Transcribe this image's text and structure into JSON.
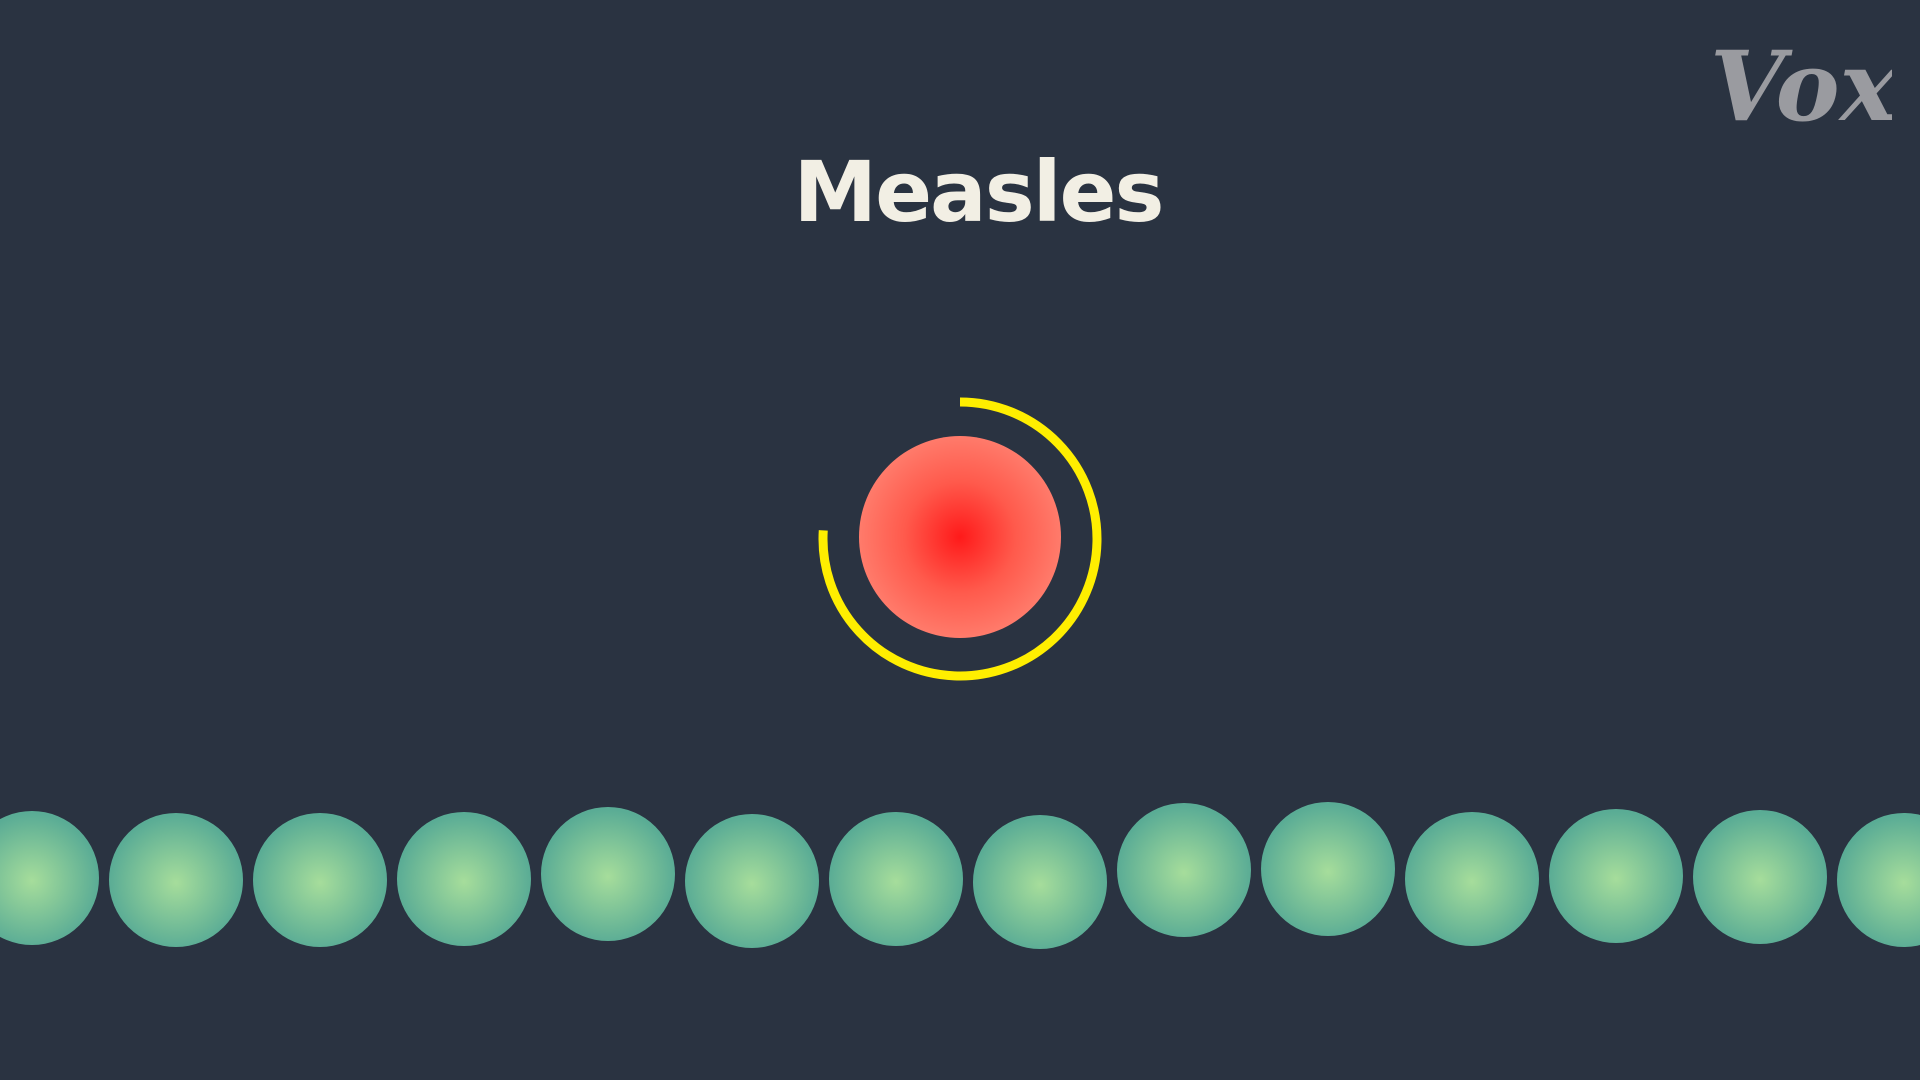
{
  "title": "Measles",
  "logo": {
    "text": "Vox",
    "color": "#9a9ba0"
  },
  "colors": {
    "background": "#2a3341",
    "title": "#f2efe4",
    "infected_center": "#ff1a1a",
    "infected_edge": "#ff7b6b",
    "timer_ring": "#ffee00",
    "healthy_center": "#a6dd9b",
    "healthy_edge": "#5aac95"
  },
  "icons": {
    "infected": "red-infected-circle-icon",
    "timer": "yellow-progress-ring-icon",
    "healthy": "green-person-circle-icon"
  },
  "infection_progress": 0.76,
  "healthy_people_count": 14
}
